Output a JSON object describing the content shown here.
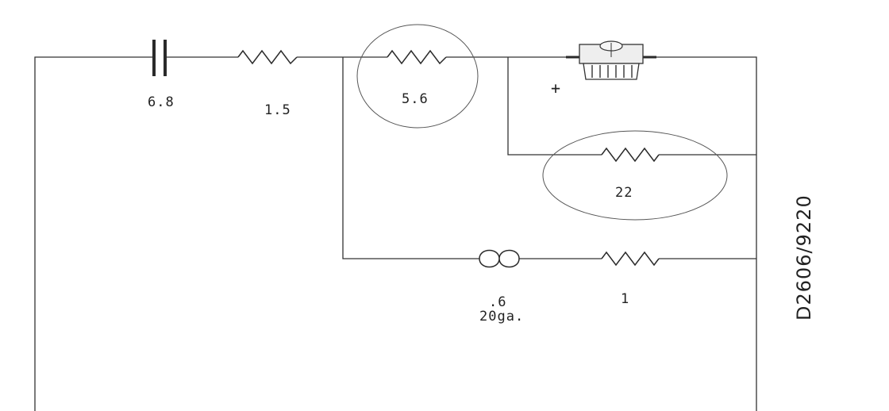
{
  "components": {
    "capacitor": {
      "value": "6.8"
    },
    "resistor_series": {
      "value": "1.5"
    },
    "resistor_circled": {
      "value": "5.6"
    },
    "resistor_parallel": {
      "value": "22"
    },
    "inductor": {
      "value": ".6",
      "note": "20ga."
    },
    "resistor_bottom": {
      "value": "1"
    }
  },
  "polarity_mark": "+",
  "drawing_id": "D2606/9220"
}
